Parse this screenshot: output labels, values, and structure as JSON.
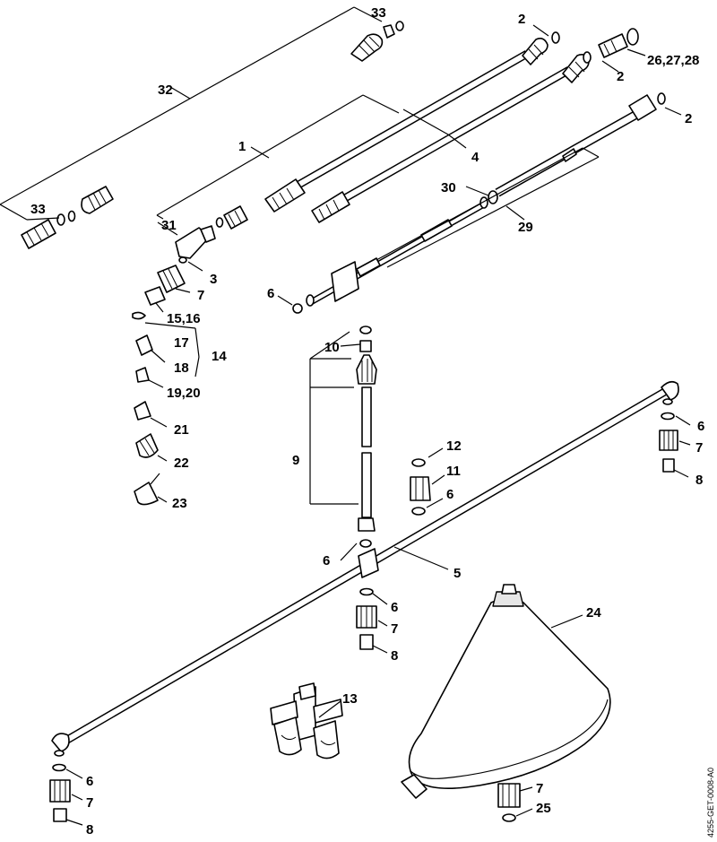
{
  "callouts": {
    "c33_top": "33",
    "c2_a": "2",
    "c26": "26,27,28",
    "c2_b": "2",
    "c32": "32",
    "c2_c": "2",
    "c1": "1",
    "c4": "4",
    "c30": "30",
    "c33_left": "33",
    "c31": "31",
    "c29": "29",
    "c3": "3",
    "c7_a": "7",
    "c6_a": "6",
    "c15": "15,16",
    "c17": "17",
    "c14": "14",
    "c18": "18",
    "c10": "10",
    "c19": "19,20",
    "c21": "21",
    "c6_b": "6",
    "c7_b": "7",
    "c12": "12",
    "c22": "22",
    "c9": "9",
    "c11": "11",
    "c8_a": "8",
    "c6_c": "6",
    "c23": "23",
    "c6_d": "6",
    "c5": "5",
    "c24": "24",
    "c6_e": "6",
    "c7_c": "7",
    "c8_b": "8",
    "c13": "13",
    "c6_f": "6",
    "c7_d": "7",
    "c7_e": "7",
    "c25": "25",
    "c8_c": "8"
  },
  "drawing_code": "4255-GET-0008-A0"
}
